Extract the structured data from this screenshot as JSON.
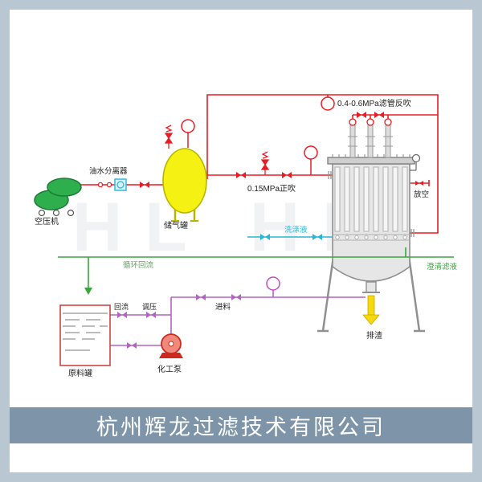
{
  "banner": {
    "company_name": "杭州辉龙过滤技术有限公司"
  },
  "watermark": {
    "text": "HL HL"
  },
  "labels": {
    "backflush": "0.4-0.6MPa滤管反吹",
    "positive_blow": "0.15MPa正吹",
    "oil_water_separator": "油水分离器",
    "air_compressor": "空压机",
    "gas_tank": "储气罐",
    "vent": "放空",
    "washing_liquid": "洗涤液",
    "clarified_filtrate": "澄清滤液",
    "circulation_reflux": "循环回流",
    "reflux": "回流",
    "pressure_regulate": "调压",
    "feed": "进料",
    "raw_material_tank": "原料罐",
    "chemical_pump": "化工泵",
    "slag_discharge": "排渣"
  },
  "colors": {
    "frame": "#b9c7d3",
    "banner_bg": "#7e95a9",
    "line_red": "#e81c24",
    "line_green": "#3aa63c",
    "line_cyan": "#2ab6d6",
    "line_purple": "#b264c0",
    "gauge_magenta": "#c050c0",
    "tank_yellow": "#f5f112",
    "compressor_green": "#2fae4e",
    "vessel_gray": "#e6e6e6",
    "discharge_yellow": "#f5d90a",
    "raw_tank_outline": "#cc4444",
    "pump_red": "#cc2a1e"
  }
}
